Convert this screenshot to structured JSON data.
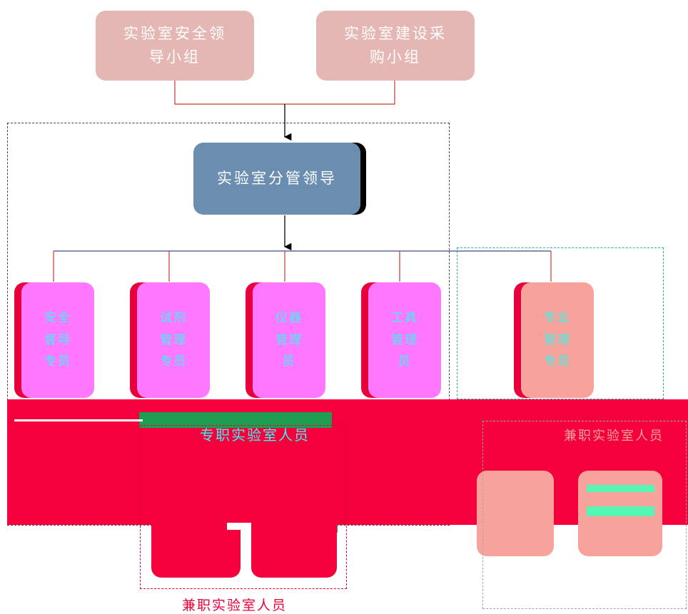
{
  "top_nodes": [
    {
      "text": "实验室安全领\n导小组"
    },
    {
      "text": "实验室建设采\n购小组"
    }
  ],
  "center_node": {
    "text": "实验室分管领导"
  },
  "mid_nodes": [
    {
      "text": "安全\n督导\n专员"
    },
    {
      "text": "试剂\n管理\n专员"
    },
    {
      "text": "仪器\n管理\n员"
    },
    {
      "text": "工具\n管理\n员"
    },
    {
      "text": "专业\n管理\n专员"
    }
  ],
  "group_labels": {
    "full_time": "专职实验室人员",
    "part_time": "兼职实验室人员",
    "bottom": "兼职实验室人员"
  },
  "colors": {
    "top_node": "#e4b6b4",
    "center_node": "#6a8db0",
    "mid_magenta": "#ff78ff",
    "mid_salmon": "#f7a29a",
    "band_red": "#f4003c",
    "accent_green": "#1e9e50"
  }
}
